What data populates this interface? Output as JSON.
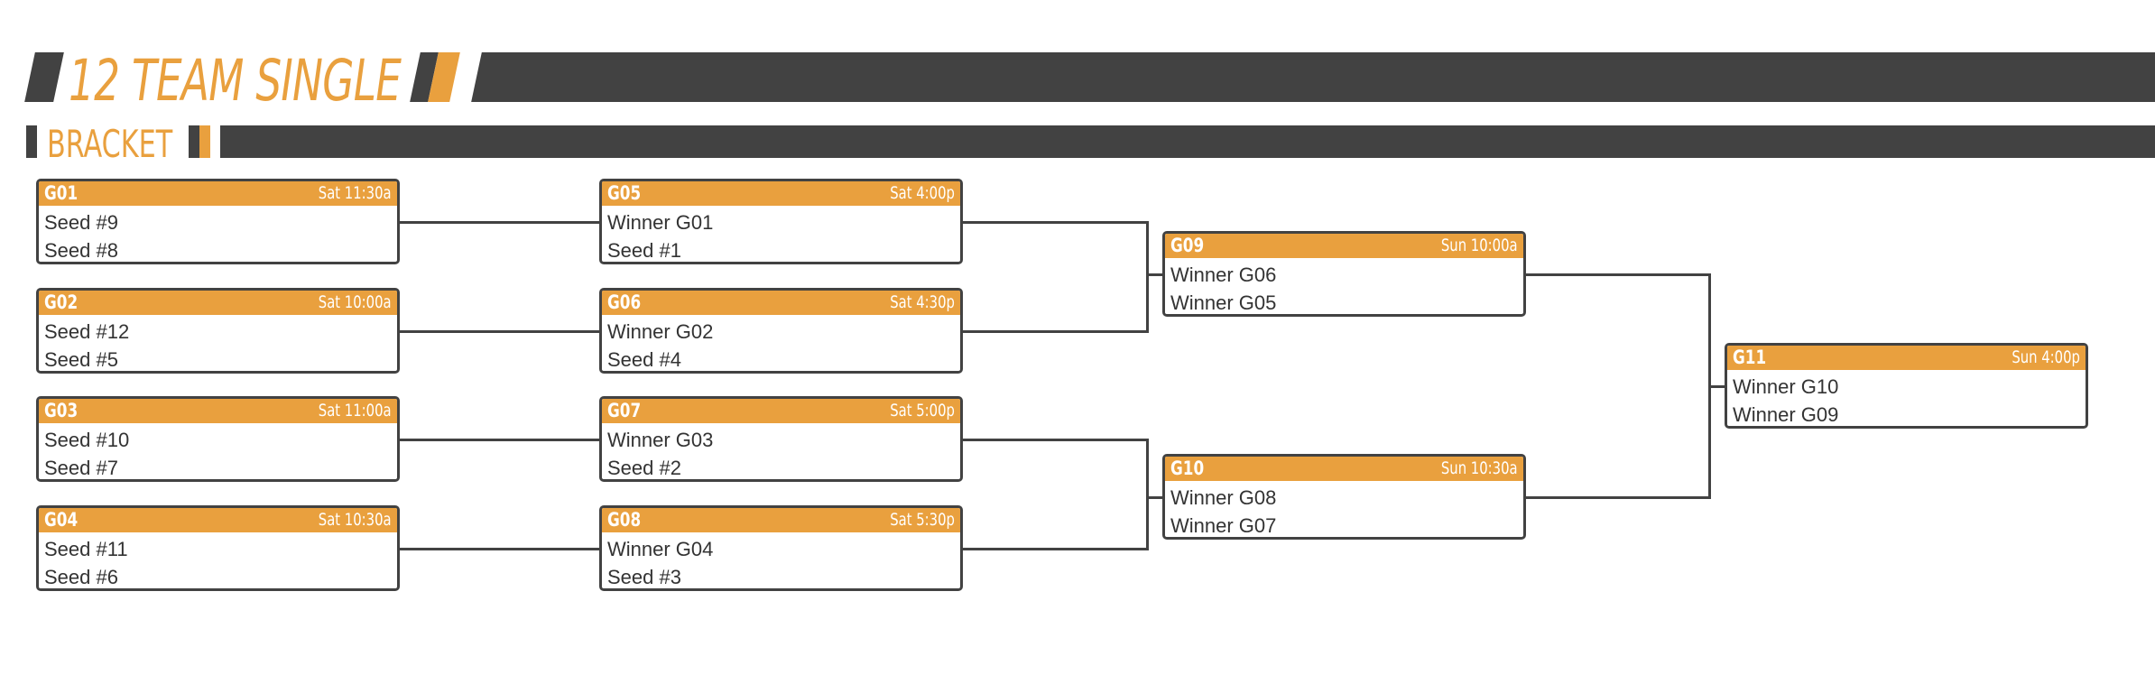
{
  "title": {
    "line1": "12 TEAM SINGLE",
    "line2": "BRACKET"
  },
  "colors": {
    "accent": "#E9A03E",
    "dark": "#424242",
    "text": "#333333"
  },
  "round1": [
    {
      "id": "G01",
      "time": "Sat 11:30a",
      "team1": "Seed #9",
      "team2": "Seed #8"
    },
    {
      "id": "G02",
      "time": "Sat 10:00a",
      "team1": "Seed #12",
      "team2": "Seed #5"
    },
    {
      "id": "G03",
      "time": "Sat 11:00a",
      "team1": "Seed #10",
      "team2": "Seed #7"
    },
    {
      "id": "G04",
      "time": "Sat 10:30a",
      "team1": "Seed #11",
      "team2": "Seed #6"
    }
  ],
  "round2": [
    {
      "id": "G05",
      "time": "Sat 4:00p",
      "team1": "Winner G01",
      "team2": "Seed #1"
    },
    {
      "id": "G06",
      "time": "Sat 4:30p",
      "team1": "Winner G02",
      "team2": "Seed #4"
    },
    {
      "id": "G07",
      "time": "Sat 5:00p",
      "team1": "Winner G03",
      "team2": "Seed #2"
    },
    {
      "id": "G08",
      "time": "Sat 5:30p",
      "team1": "Winner G04",
      "team2": "Seed #3"
    }
  ],
  "round3": [
    {
      "id": "G09",
      "time": "Sun 10:00a",
      "team1": "Winner G06",
      "team2": "Winner G05"
    },
    {
      "id": "G10",
      "time": "Sun 10:30a",
      "team1": "Winner G08",
      "team2": "Winner G07"
    }
  ],
  "final": {
    "id": "G11",
    "time": "Sun 4:00p",
    "team1": "Winner G10",
    "team2": "Winner G09"
  }
}
